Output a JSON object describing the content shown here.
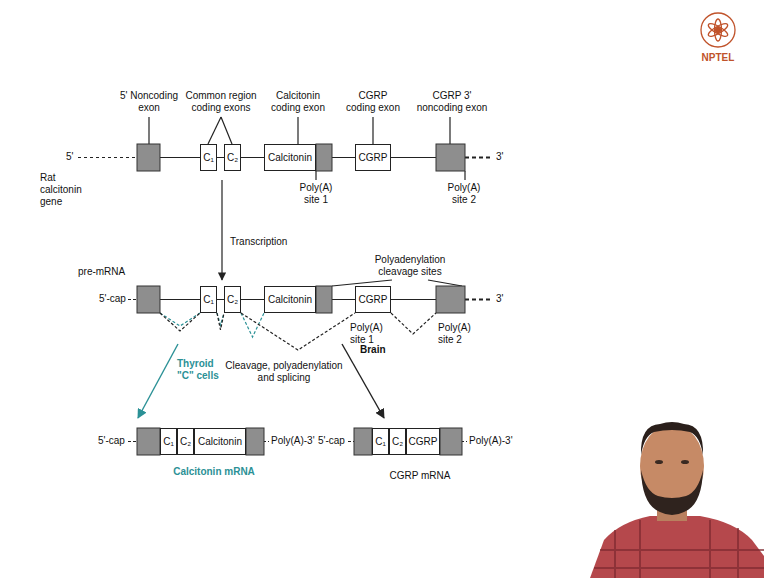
{
  "diagram": {
    "nodes": [
      {
        "text": [
          "C₁"
        ]
      },
      {
        "text": [
          "C₂"
        ]
      },
      {
        "text": [
          "Calcitonin"
        ]
      },
      {
        "text": [
          "CGRP"
        ]
      },
      {
        "text": [
          "C₁"
        ]
      },
      {
        "text": [
          "C₂"
        ]
      },
      {
        "text": [
          "Calcitonin"
        ]
      },
      {
        "text": [
          "CGRP"
        ]
      },
      {
        "text": [
          "C₁"
        ]
      },
      {
        "text": [
          "C₂"
        ]
      },
      {
        "text": [
          "Calcitonin"
        ]
      },
      {
        "text": [
          "C₁"
        ]
      },
      {
        "text": [
          "C₂"
        ]
      },
      {
        "text": [
          "CGRP"
        ]
      }
    ],
    "edges": [
      {
        "from": 4,
        "to": 5,
        "arrow": "none"
      },
      {
        "from": 4,
        "to": 5,
        "arrow": "none"
      },
      {
        "from": 5,
        "to": 6,
        "arrow": "none"
      },
      {
        "from": 5,
        "to": 7,
        "arrow": "none"
      }
    ],
    "labels": [
      "5'",
      "Rat calcitonin gene",
      "5' Noncoding exon",
      "Common region coding exons",
      "Calcitonin coding exon",
      "CGRP coding exon",
      "CGRP 3' noncoding exon",
      "3'",
      "Poly(A) site 1",
      "Poly(A) site 2",
      "Transcription",
      "pre-mRNA",
      "5'-cap",
      "Polyadenylation cleavage sites",
      "3'",
      "Poly(A) site 1",
      "Poly(A) site 2",
      "Thyroid \"C\" cells",
      "Cleavage, polyadenylation and splicing",
      "Brain",
      "5'-cap",
      "Poly(A)-3'",
      "Calcitonin mRNA",
      "5'-cap",
      "Poly(A)-3'",
      "CGRP mRNA",
      "NPTEL"
    ]
  }
}
